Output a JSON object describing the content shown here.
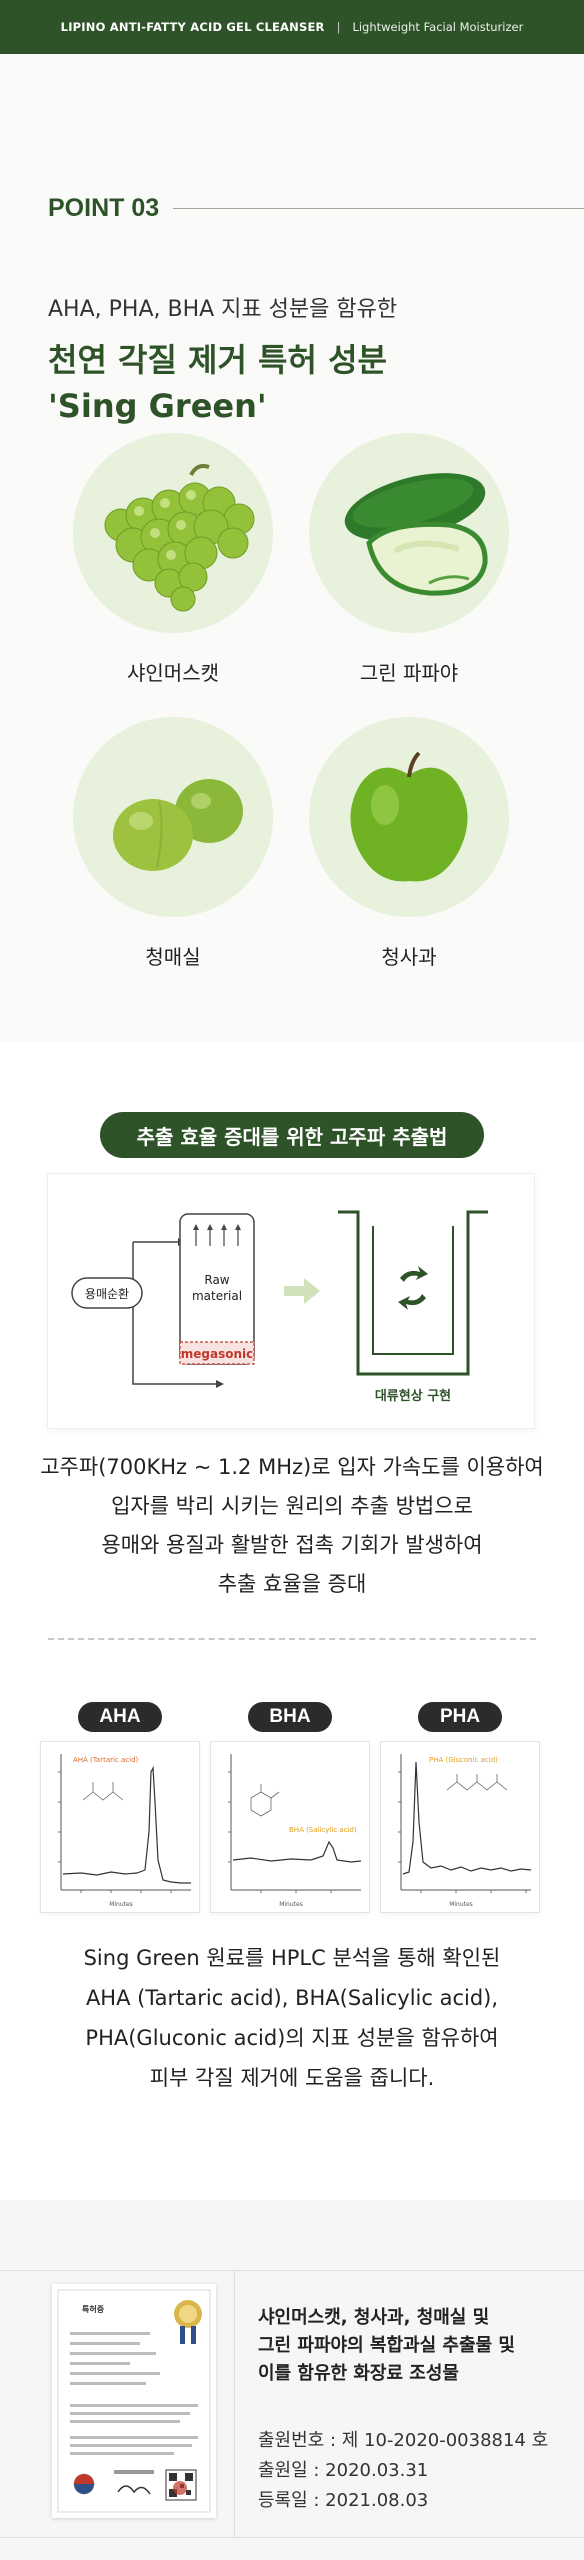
{
  "header": {
    "brand": "LIPINO ANTI-FATTY ACID GEL CLEANSER",
    "separator": "|",
    "tagline": "Lightweight Facial Moisturizer"
  },
  "point": {
    "title": "POINT 03",
    "intro": "AHA, PHA, BHA 지표 성분을 함유한",
    "headline_line1": "천연 각질 제거 특허 성분",
    "headline_line2": "'Sing Green'"
  },
  "fruits": [
    {
      "label": "샤인머스캣",
      "icon": "shine-muscat-grapes"
    },
    {
      "label": "그린 파파야",
      "icon": "green-papaya"
    },
    {
      "label": "청매실",
      "icon": "green-plums"
    },
    {
      "label": "청사과",
      "icon": "green-apple"
    }
  ],
  "extraction": {
    "pill": "추출 효율 증대를 위한 고주파 추출법",
    "diagram": {
      "solvent_label": "용매순환",
      "raw_line1": "Raw",
      "raw_line2": "material",
      "megasonic": "megasonic",
      "convection": "대류현상 구현"
    },
    "desc": [
      "고주파(700KHz ~ 1.2 MHz)로 입자 가속도를 이용하여",
      "입자를 박리 시키는 원리의 추출 방법으로",
      "용매와 용질과 활발한 접촉 기회가 발생하여",
      "추출 효율을 증대"
    ]
  },
  "hplc": {
    "tags": [
      "AHA",
      "BHA",
      "PHA"
    ],
    "peak_labels": [
      "AHA (Tartaric acid)",
      "BHA (Salicylic acid)",
      "PHA (Gluconic acid)"
    ],
    "x_axis": "Minutes",
    "desc": [
      "Sing Green 원료를 HPLC 분석을 통해 확인된",
      "AHA (Tartaric acid), BHA(Salicylic acid),",
      "PHA(Gluconic acid)의 지표 성분을 함유하여",
      "피부 각질 제거에 도움을 줍니다."
    ]
  },
  "patent": {
    "title": [
      "샤인머스캣, 청사과, 청매실 및",
      "그린 파파야의 복합과실 추출물 및",
      "이를 함유한 화장료 조성물"
    ],
    "info": [
      "출원번호 : 제 10-2020-0038814 호",
      "출원일 : 2020.03.31",
      "등록일 : 2021.08.03"
    ],
    "cert_heading": "특허증"
  },
  "colors": {
    "brand_green": "#2f5329",
    "light_green": "#e8f1dc",
    "arrow_green": "#cfe2b9",
    "megasonic_red": "#c0392b",
    "peak_orange": "#f0a020"
  }
}
